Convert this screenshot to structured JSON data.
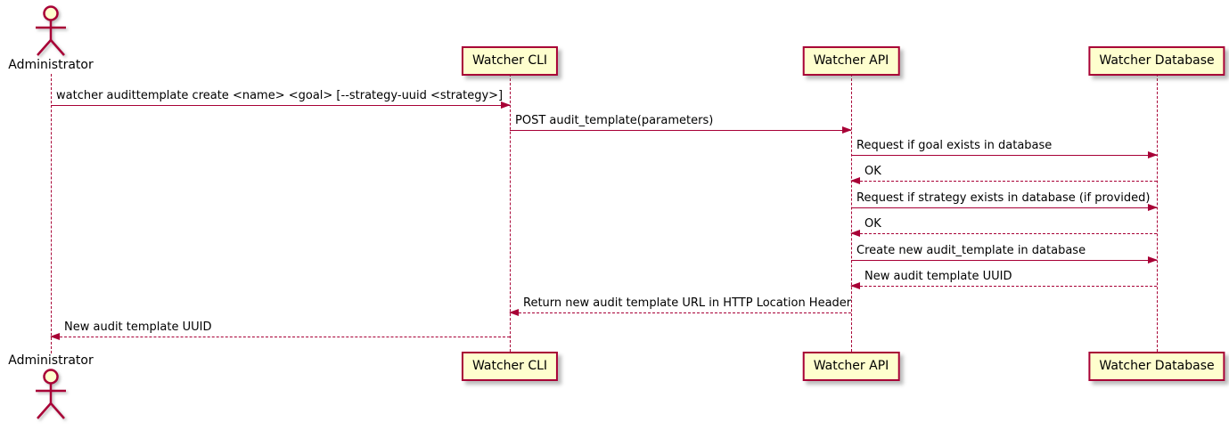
{
  "colors": {
    "accent": "#A80036",
    "participant_fill": "#FEFECE",
    "background": "#FFFFFF",
    "text": "#000000"
  },
  "actor": {
    "label": "Administrator"
  },
  "participants": [
    {
      "label": "Watcher CLI"
    },
    {
      "label": "Watcher API"
    },
    {
      "label": "Watcher Database"
    }
  ],
  "messages": [
    {
      "from": "Administrator",
      "to": "Watcher CLI",
      "line": "solid",
      "text": "watcher audittemplate create <name> <goal> [--strategy-uuid <strategy>]"
    },
    {
      "from": "Watcher CLI",
      "to": "Watcher API",
      "line": "solid",
      "text": "POST audit_template(parameters)"
    },
    {
      "from": "Watcher API",
      "to": "Watcher Database",
      "line": "solid",
      "text": "Request if goal exists in database"
    },
    {
      "from": "Watcher Database",
      "to": "Watcher API",
      "line": "dashed",
      "text": "OK"
    },
    {
      "from": "Watcher API",
      "to": "Watcher Database",
      "line": "solid",
      "text": "Request if strategy exists in database (if provided)"
    },
    {
      "from": "Watcher Database",
      "to": "Watcher API",
      "line": "dashed",
      "text": "OK"
    },
    {
      "from": "Watcher API",
      "to": "Watcher Database",
      "line": "solid",
      "text": "Create new audit_template in database"
    },
    {
      "from": "Watcher Database",
      "to": "Watcher API",
      "line": "dashed",
      "text": "New audit template UUID"
    },
    {
      "from": "Watcher API",
      "to": "Watcher CLI",
      "line": "dashed",
      "text": "Return new audit template URL in HTTP Location Header"
    },
    {
      "from": "Watcher CLI",
      "to": "Administrator",
      "line": "dashed",
      "text": "New audit template UUID"
    }
  ]
}
